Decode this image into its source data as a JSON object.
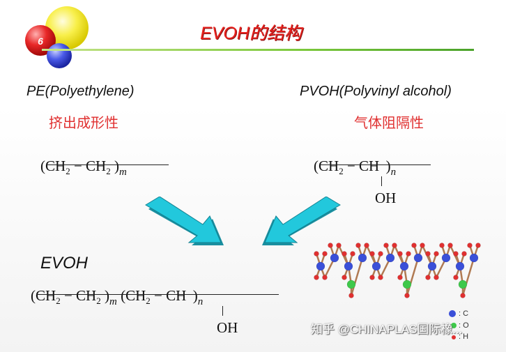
{
  "badge": {
    "number": "6"
  },
  "title": "EVOH的结构",
  "pe": {
    "name": "PE(Polyethylene)",
    "property": "挤出成形性",
    "subscript_idx": "m"
  },
  "pvoh": {
    "name": "PVOH(Polyvinyl alcohol)",
    "property": "气体阻隔性",
    "subscript_idx": "n",
    "oh": "OH"
  },
  "evoh": {
    "name": "EVOH",
    "idx_m": "m",
    "idx_n": "n",
    "oh": "OH"
  },
  "formula_parts": {
    "ch2": "CH",
    "sub2": "2",
    "ch": "CH"
  },
  "legend": {
    "c": ": C",
    "o": ": O",
    "h": ": H"
  },
  "watermark": "知乎 @CHINAPLAS国际橡...",
  "colors": {
    "title": "#e8201c",
    "cn_text": "#e03030",
    "arrow": "#22c8dc",
    "carbon": "#3a4fd8",
    "oxygen": "#e03030",
    "hydrogen_green": "#3ec84a",
    "bond": "#b07a52"
  }
}
